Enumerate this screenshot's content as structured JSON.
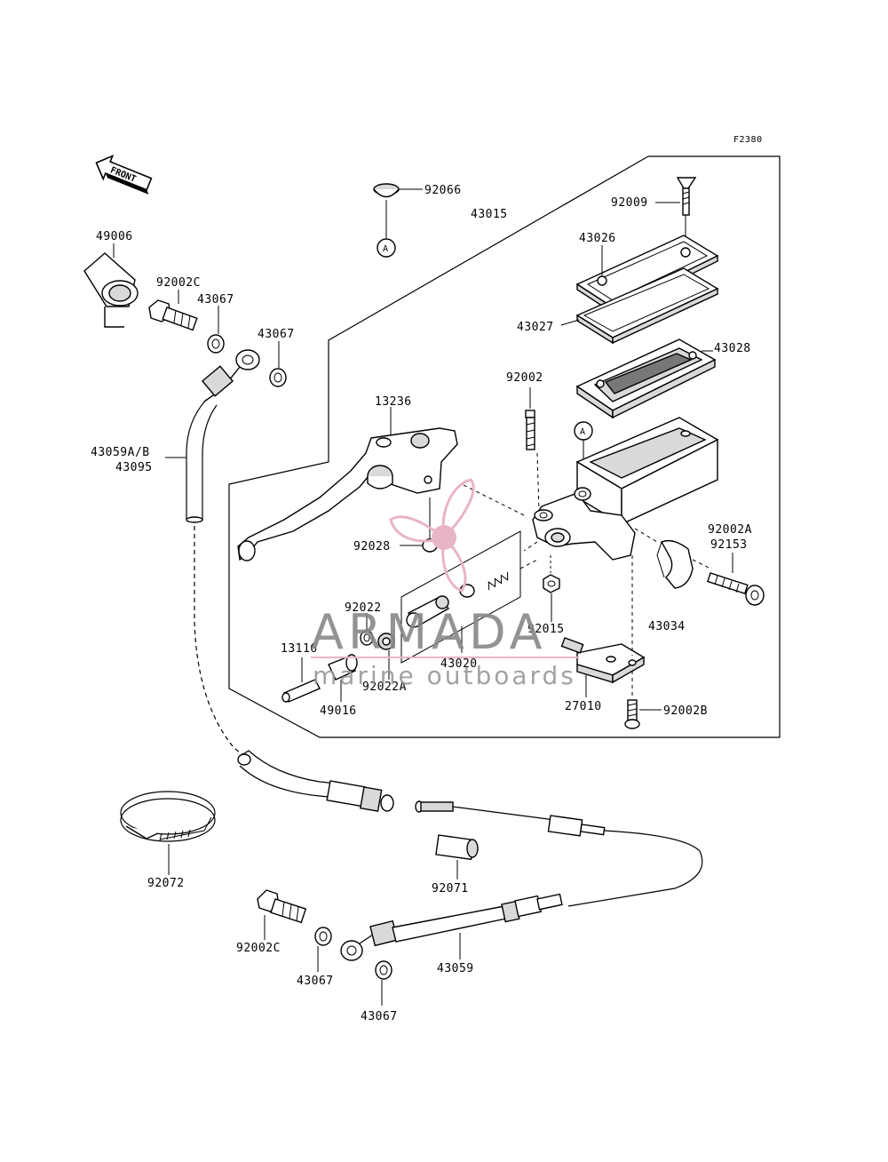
{
  "figure_code": "F2380",
  "front_arrow_label": "FRONT",
  "callout_letter": "A",
  "watermark": {
    "brand": "ARMADA",
    "tagline": "marine outboards",
    "accent_color": "#e8b4c8"
  },
  "labels": {
    "p92066": "92066",
    "p43015": "43015",
    "p92009": "92009",
    "p43026": "43026",
    "p43027": "43027",
    "p43028": "43028",
    "p49006": "49006",
    "p92002C_top": "92002C",
    "p43067_a": "43067",
    "p43067_b": "43067",
    "p43059AB": "43059A/B",
    "p43095": "43095",
    "p13236": "13236",
    "p92002": "92002",
    "p92002A": "92002A",
    "p92153": "92153",
    "p92028": "92028",
    "p92022": "92022",
    "p92015": "92015",
    "p43034": "43034",
    "p13116": "13116",
    "p43020": "43020",
    "p92022A": "92022A",
    "p49016": "49016",
    "p27010": "27010",
    "p92002B": "92002B",
    "p92072": "92072",
    "p92071": "92071",
    "p92002C_bot": "92002C",
    "p43067_c": "43067",
    "p43059": "43059",
    "p43067_d": "43067"
  }
}
